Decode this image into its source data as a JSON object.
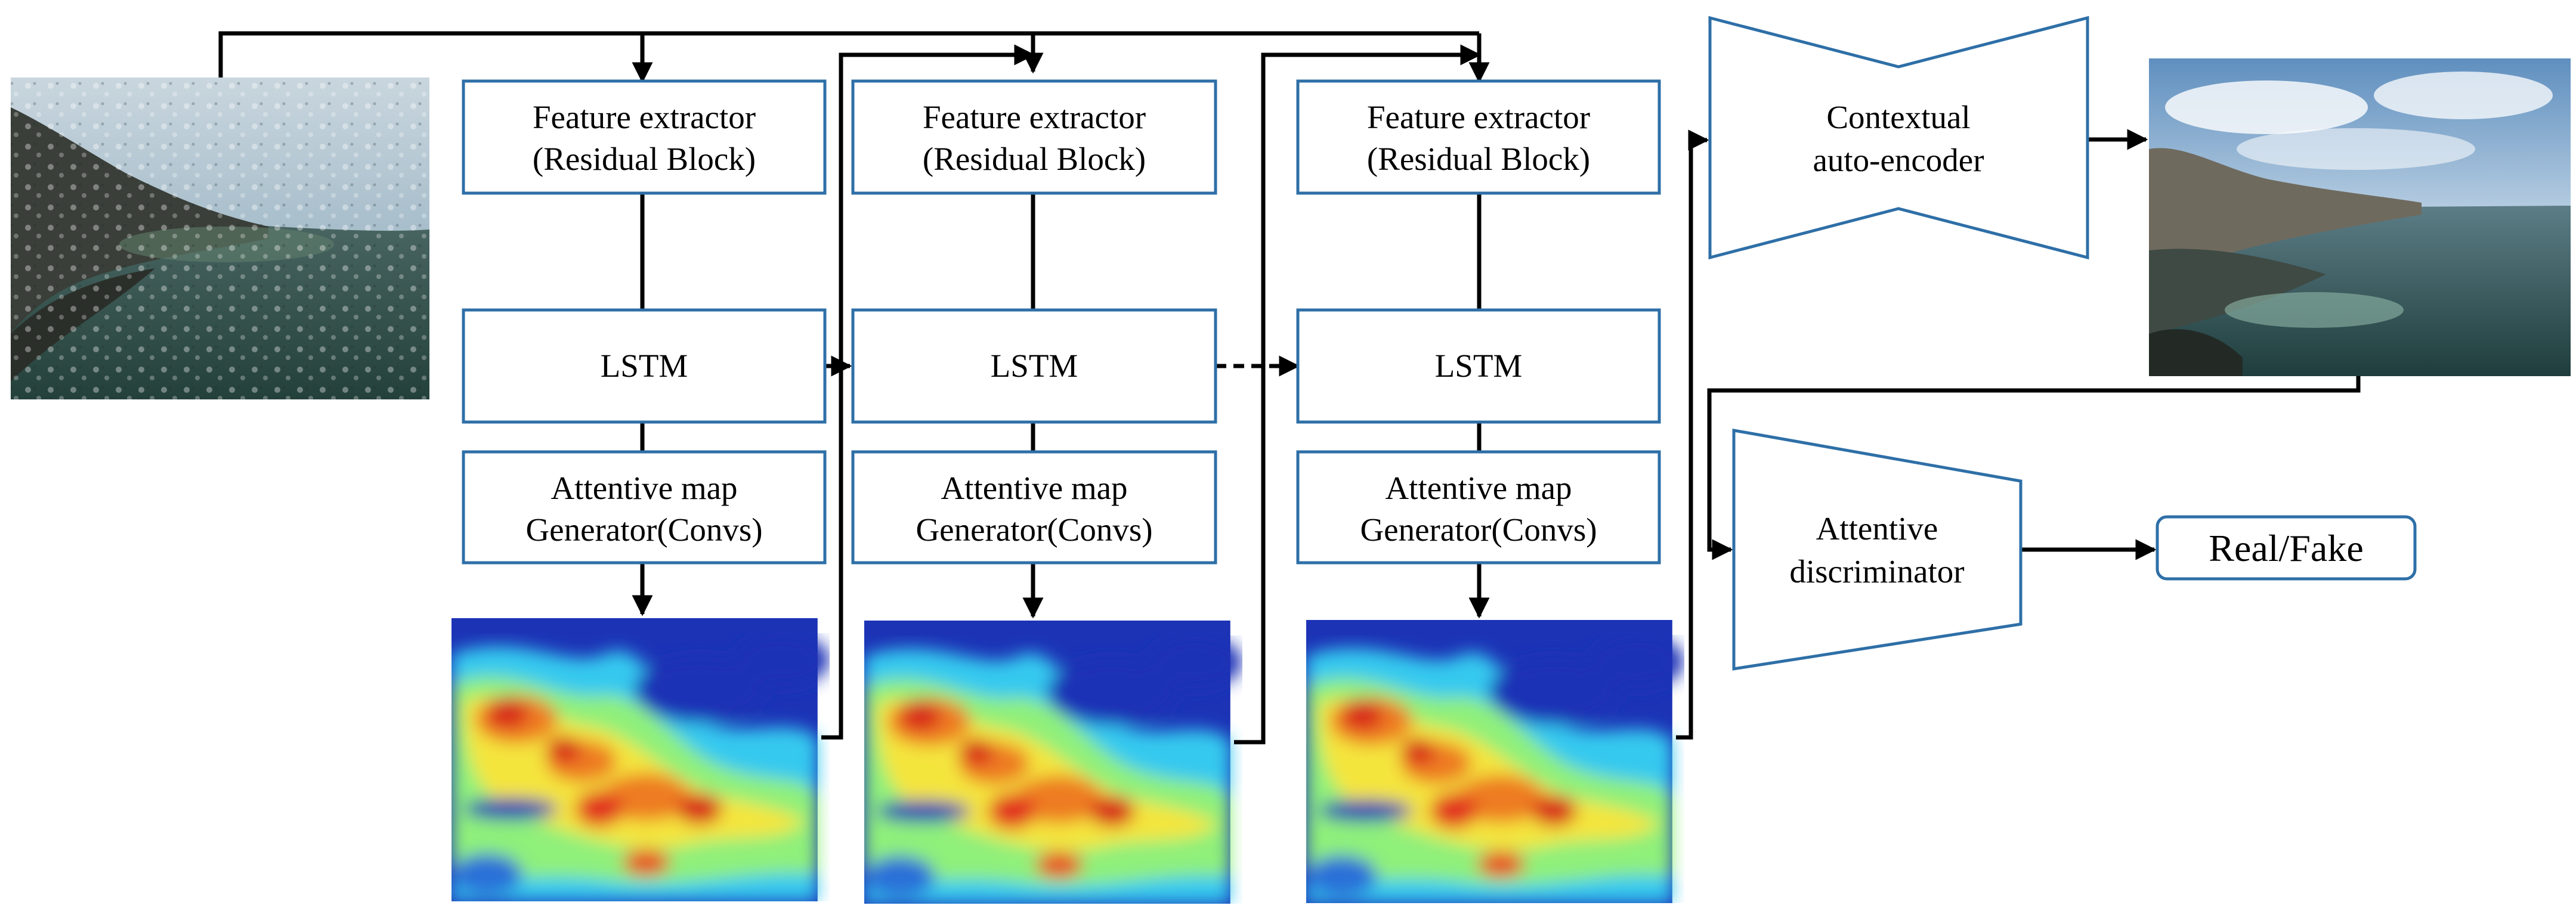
{
  "colors": {
    "box_stroke": "#2e6fa7",
    "line": "#000000",
    "heat_low": "#1a2fb8",
    "heat_mid": "#37d2f0",
    "heat_high": "#e8271f",
    "sky": "#8fb1cc",
    "water": "#2f4f47"
  },
  "stages": [
    {
      "feature_line1": "Feature extractor",
      "feature_line2": "(Residual Block)",
      "lstm": "LSTM",
      "attn_line1": "Attentive map",
      "attn_line2": "Generator(Convs)"
    },
    {
      "feature_line1": "Feature extractor",
      "feature_line2": "(Residual Block)",
      "lstm": "LSTM",
      "attn_line1": "Attentive map",
      "attn_line2": "Generator(Convs)"
    },
    {
      "feature_line1": "Feature extractor",
      "feature_line2": "(Residual Block)",
      "lstm": "LSTM",
      "attn_line1": "Attentive map",
      "attn_line2": "Generator(Convs)"
    }
  ],
  "autoencoder": {
    "line1": "Contextual",
    "line2": "auto-encoder"
  },
  "discriminator": {
    "line1": "Attentive",
    "line2": "discriminator"
  },
  "output_label": "Real/Fake",
  "images": {
    "input": "rainy-input-photo",
    "output": "clean-output-photo",
    "attention_maps": [
      "attention-map-1",
      "attention-map-2",
      "attention-map-3"
    ]
  }
}
